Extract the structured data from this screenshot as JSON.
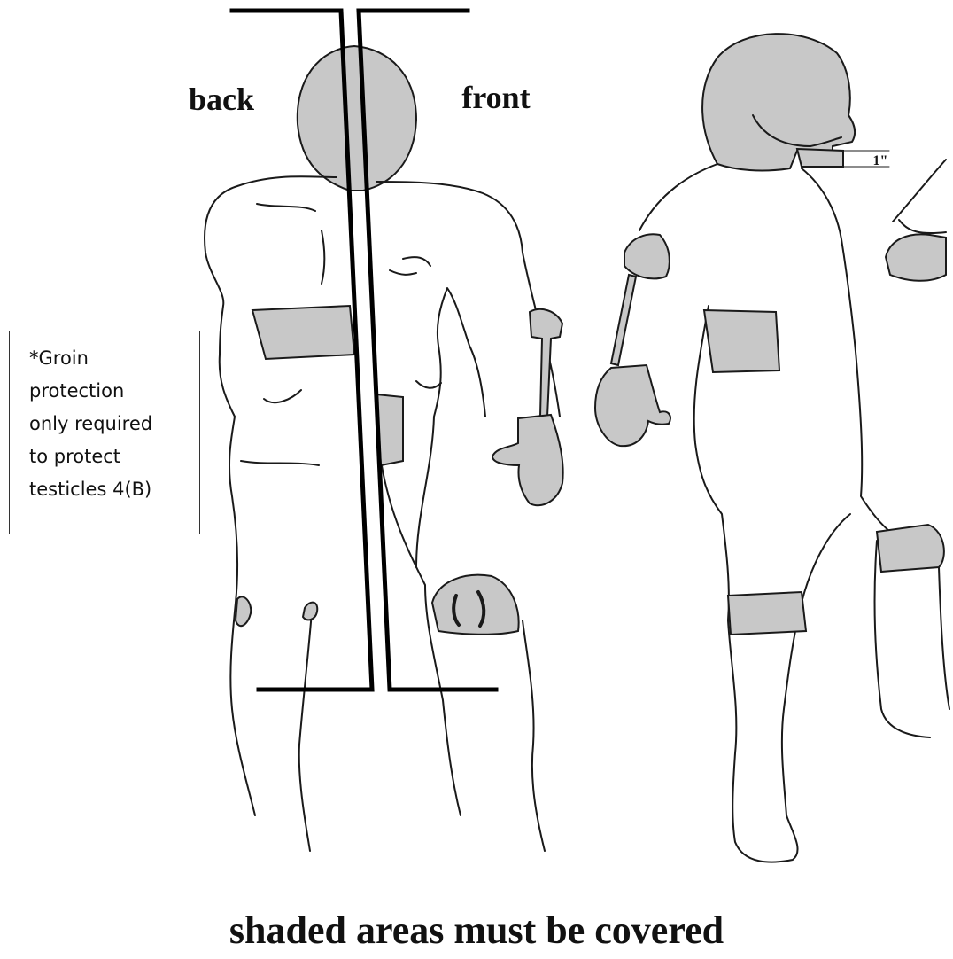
{
  "labels": {
    "back": "back",
    "front": "front",
    "one_inch": "1\""
  },
  "note": {
    "lines": [
      "*Groin",
      "protection",
      "only required",
      "to protect",
      "testicles 4(B)"
    ]
  },
  "caption": "shaded areas must be covered",
  "colors": {
    "shade": "#c8c8c8",
    "outline": "#1a1a1a",
    "background": "#ffffff"
  }
}
